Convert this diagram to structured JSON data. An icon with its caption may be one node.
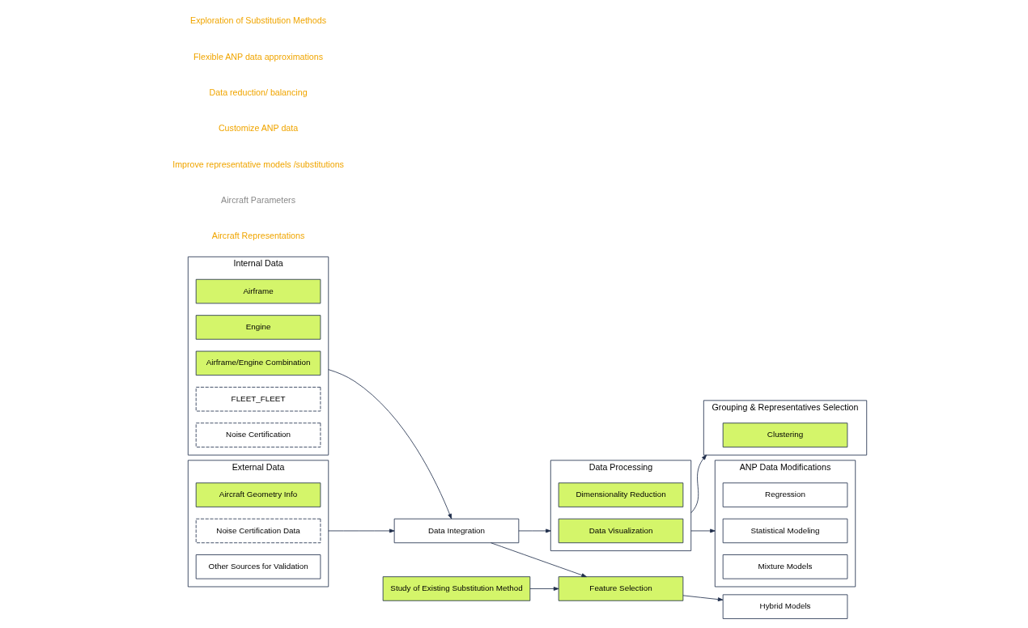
{
  "diagram": {
    "nodes": [
      {
        "text": [
          "Internal Data"
        ]
      },
      {
        "text": [
          "Airframe"
        ],
        "in": 0
      },
      {
        "text": [
          "Engine"
        ],
        "in": 0
      },
      {
        "text": [
          "Airframe/Engine Combination"
        ],
        "in": 0
      },
      {
        "text": [
          "FLEET_FLEET"
        ],
        "in": 0
      },
      {
        "text": [
          "Noise Certification"
        ],
        "in": 0
      },
      {
        "text": [
          "External Data"
        ]
      },
      {
        "text": [
          "Aircraft Geometry Info"
        ],
        "in": 6
      },
      {
        "text": [
          "Noise Certification Data"
        ],
        "in": 6
      },
      {
        "text": [
          "Other Sources for Validation"
        ],
        "in": 6
      },
      {
        "text": [
          "Data Integration"
        ]
      },
      {
        "text": [
          "Data Processing"
        ]
      },
      {
        "text": [
          "Dimensionality Reduction"
        ],
        "in": 11
      },
      {
        "text": [
          "Data Visualization"
        ],
        "in": 11
      },
      {
        "text": [
          "Feature Selection"
        ]
      },
      {
        "text": [
          "Study of Existing Substitution Method"
        ]
      },
      {
        "text": [
          "Grouping & Representatives Selection"
        ]
      },
      {
        "text": [
          "Clustering"
        ],
        "in": 16
      },
      {
        "text": [
          "ANP Data Modifications"
        ]
      },
      {
        "text": [
          "Regression"
        ],
        "in": 18
      },
      {
        "text": [
          "Statistical Modeling"
        ],
        "in": 18
      },
      {
        "text": [
          "Mixture Models"
        ],
        "in": 18
      },
      {
        "text": [
          "Hybrid Models"
        ]
      }
    ],
    "edges": [
      {
        "from": 0,
        "to": 10,
        "arrow": "to"
      },
      {
        "from": 6,
        "to": 10,
        "arrow": "to"
      },
      {
        "from": 10,
        "to": 11,
        "arrow": "to"
      },
      {
        "from": 10,
        "to": 14,
        "arrow": "to"
      },
      {
        "from": 11,
        "to": 16,
        "arrow": "to"
      },
      {
        "from": 11,
        "to": 18,
        "arrow": "to"
      },
      {
        "from": 14,
        "to": 22,
        "arrow": "to"
      },
      {
        "from": 15,
        "to": 14,
        "arrow": "to"
      }
    ],
    "labels": [
      "Aircraft Representations",
      "Aircraft Parameters",
      "Improve representative models /substitutions",
      "Customize ANP data",
      "Data reduction/ balancing",
      "Flexible ANP data approximations",
      "Exploration of Substitution Methods"
    ]
  }
}
